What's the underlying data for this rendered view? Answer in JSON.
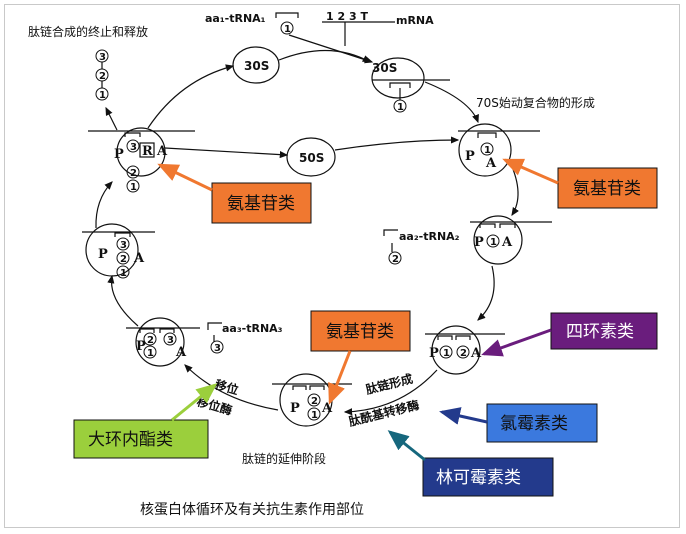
{
  "titles": {
    "termination": "肽链合成的终止和释放",
    "initiation": "70S始动复合物的形成",
    "elongation": "肽链的延伸阶段",
    "caption": "核蛋白体循环及有关抗生素作用部位"
  },
  "labels": {
    "aa1_trna": "aa₁-tRNA₁",
    "aa2_trna": "aa₂-tRNA₂",
    "aa3_trna": "aa₃-tRNA₃",
    "mrna": "mRNA",
    "codons": "1 2 3 T",
    "s30_left": "30S",
    "s30_right": "30S",
    "s50": "50S",
    "p": "P",
    "a": "A",
    "r": "R",
    "peptide_formation": "肽链形成",
    "peptidyl_transferase": "肽酰基转移酶",
    "translocation": "移位",
    "translocase": "移位酶"
  },
  "antibiotics": {
    "aminoglycoside_1": "氨基苷类",
    "aminoglycoside_2": "氨基苷类",
    "aminoglycoside_3": "氨基苷类",
    "tetracycline": "四环素类",
    "macrolide": "大环内酯类",
    "chloramphenicol": "氯霉素类",
    "lincomycin": "林可霉素类"
  },
  "colors": {
    "orange": "#f07830",
    "purple": "#6a1d7d",
    "blue": "#3b79de",
    "green": "#9bcf3c",
    "navy": "#233a8c",
    "teal": "#16677d"
  }
}
